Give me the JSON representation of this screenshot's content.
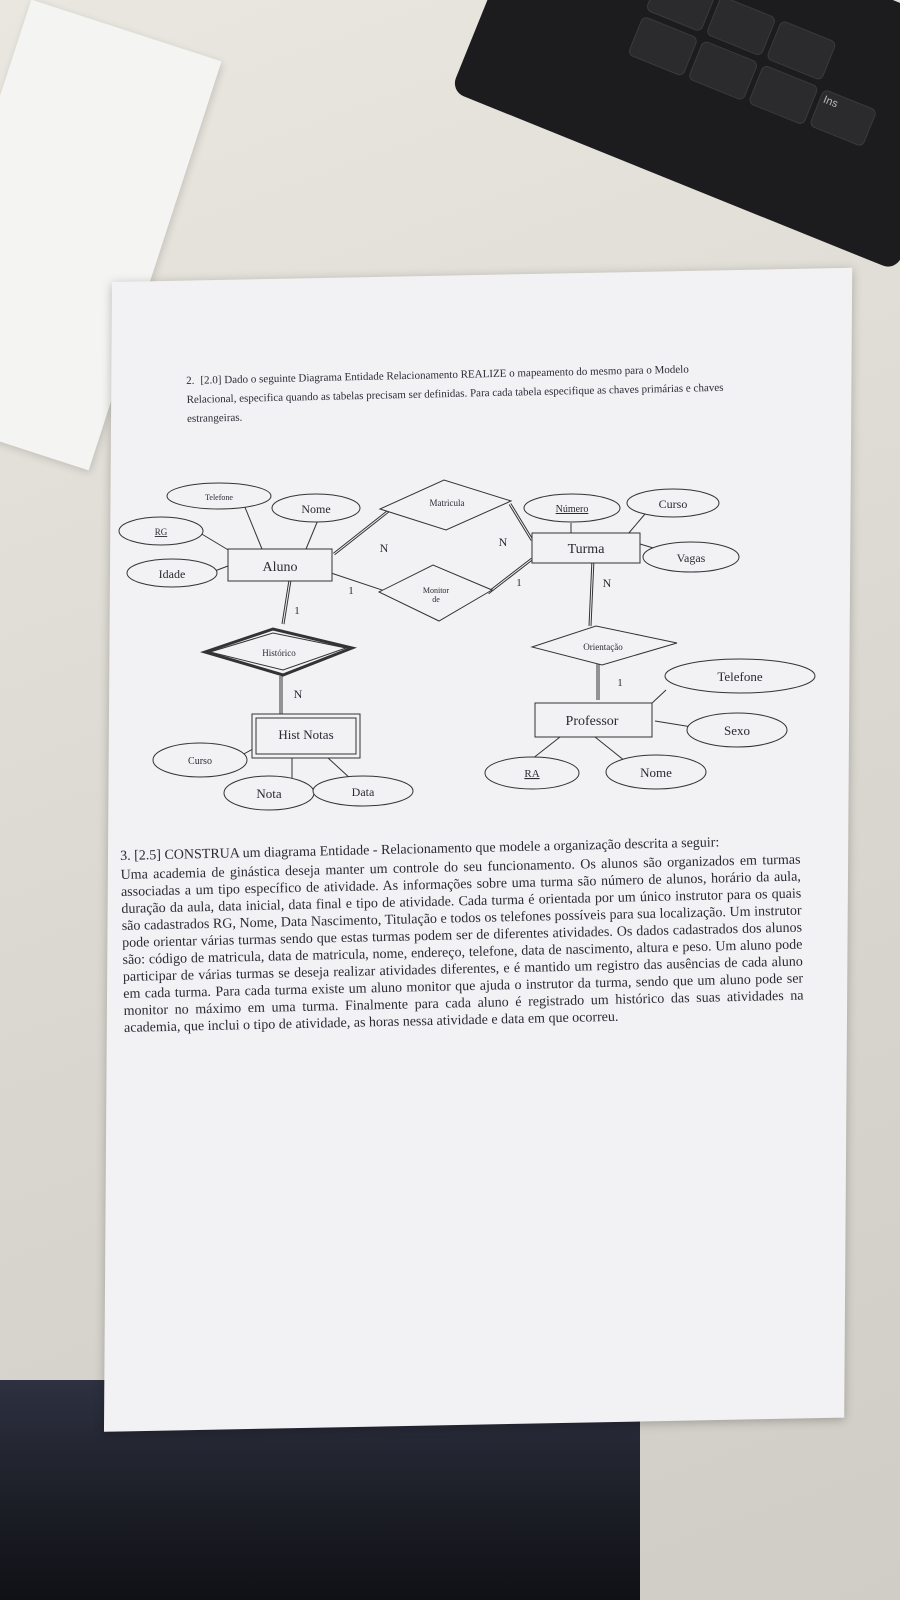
{
  "question2": {
    "number": "2.",
    "text": "[2.0] Dado o seguinte Diagrama Entidade Relacionamento REALIZE o mapeamento do mesmo para o Modelo Relacional, especifica quando as tabelas precisam ser definidas. Para cada tabela especifique as chaves primárias e chaves estrangeiras."
  },
  "diagram": {
    "entities": {
      "aluno": "Aluno",
      "turma": "Turma",
      "professor": "Professor",
      "hist_notas": "Hist Notas"
    },
    "relationships": {
      "matricula": "Matricula",
      "monitor": "Monitor de",
      "historico": "Histórico",
      "orientacao": "Orientação"
    },
    "attributes": {
      "aluno_telefone": "Telefone",
      "aluno_nome": "Nome",
      "aluno_rg": "RG",
      "aluno_idade": "Idade",
      "turma_numero": "Número",
      "turma_curso": "Curso",
      "turma_vagas": "Vagas",
      "prof_telefone": "Telefone",
      "prof_sexo": "Sexo",
      "prof_nome": "Nome",
      "prof_ra": "RA",
      "hist_curso": "Curso",
      "hist_nota": "Nota",
      "hist_data": "Data"
    },
    "cardinalities": {
      "matricula_aluno": "N",
      "matricula_turma": "N",
      "monitor_aluno": "1",
      "monitor_turma": "1",
      "historico_aluno": "1",
      "historico_hist": "N",
      "orientacao_turma": "N",
      "orientacao_prof": "1"
    }
  },
  "question3": {
    "head": "3.  [2.5] CONSTRUA um diagrama Entidade - Relacionamento que modele a organização descrita a seguir:",
    "body": "Uma academia de ginástica deseja manter um controle do seu funcionamento. Os alunos são organizados em turmas associadas a um tipo específico de atividade. As informações sobre uma turma são número de alunos, horário da aula, duração da aula, data inicial, data final e tipo de atividade.  Cada turma é orientada por um único instrutor para os quais são cadastrados RG, Nome, Data Nascimento, Titulação e todos os telefones possíveis para sua localização. Um instrutor pode orientar várias turmas sendo que estas turmas podem ser de diferentes atividades.  Os dados cadastrados dos alunos são: código de matricula, data de matricula, nome, endereço, telefone, data de nascimento, altura e peso. Um aluno pode participar de várias turmas se deseja realizar atividades diferentes, e é mantido um registro das ausências de cada aluno em cada turma. Para cada turma existe um aluno monitor que ajuda o instrutor da turma, sendo que um aluno pode ser monitor no máximo em uma turma.  Finalmente para cada aluno é registrado um histórico das suas atividades na academia, que inclui o tipo de atividade, as horas nessa atividade e data em que ocorreu."
  },
  "keyboard": {
    "ins_label": "Ins"
  }
}
